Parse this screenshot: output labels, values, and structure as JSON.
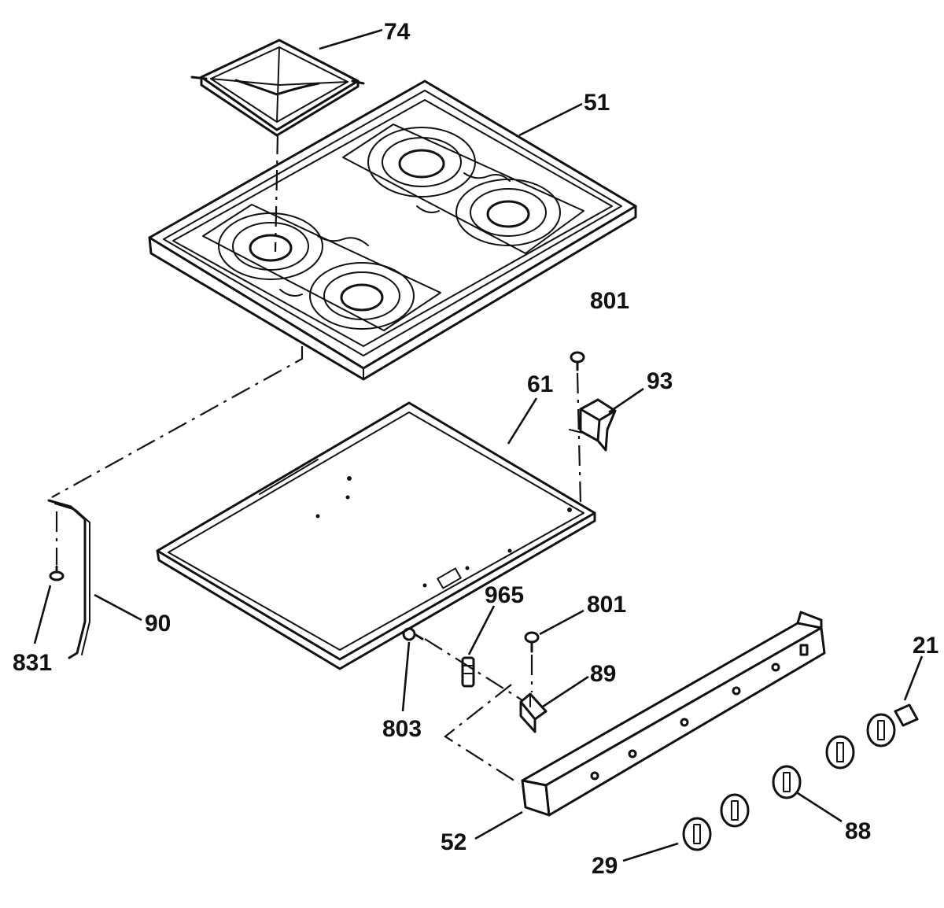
{
  "callouts": {
    "p74": "74",
    "p51": "51",
    "p801_top": "801",
    "p93": "93",
    "p61": "61",
    "p965": "965",
    "p801_mid": "801",
    "p90": "90",
    "p831": "831",
    "p803": "803",
    "p89": "89",
    "p21": "21",
    "p88": "88",
    "p52": "52",
    "p29": "29"
  }
}
